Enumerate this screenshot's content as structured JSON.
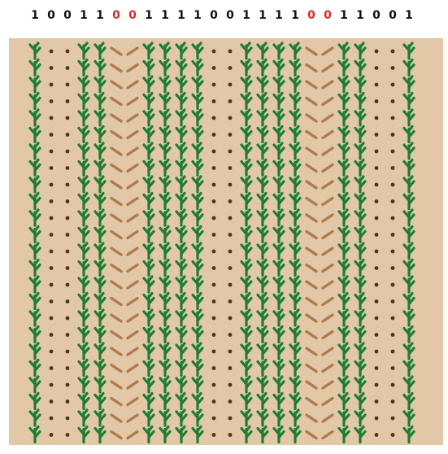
{
  "bit_sequence": [
    {
      "d": "1",
      "color": "#111111"
    },
    {
      "d": "0",
      "color": "#111111"
    },
    {
      "d": "0",
      "color": "#111111"
    },
    {
      "d": "1",
      "color": "#111111"
    },
    {
      "d": "1",
      "color": "#111111"
    },
    {
      "d": "0",
      "color": "#d32f2f"
    },
    {
      "d": "0",
      "color": "#d32f2f"
    },
    {
      "d": "1",
      "color": "#111111"
    },
    {
      "d": "1",
      "color": "#111111"
    },
    {
      "d": "1",
      "color": "#111111"
    },
    {
      "d": "1",
      "color": "#111111"
    },
    {
      "d": "0",
      "color": "#111111"
    },
    {
      "d": "0",
      "color": "#111111"
    },
    {
      "d": "1",
      "color": "#111111"
    },
    {
      "d": "1",
      "color": "#111111"
    },
    {
      "d": "1",
      "color": "#111111"
    },
    {
      "d": "1",
      "color": "#111111"
    },
    {
      "d": "0",
      "color": "#d32f2f"
    },
    {
      "d": "0",
      "color": "#d32f2f"
    },
    {
      "d": "1",
      "color": "#111111"
    },
    {
      "d": "1",
      "color": "#111111"
    },
    {
      "d": "0",
      "color": "#111111"
    },
    {
      "d": "0",
      "color": "#111111"
    },
    {
      "d": "1",
      "color": "#111111"
    }
  ],
  "columns": [
    "plant",
    "dots",
    "dots",
    "plant",
    "plant",
    "chevron-left",
    "chevron-right",
    "plant",
    "plant",
    "plant",
    "plant",
    "dots",
    "dots",
    "plant",
    "plant",
    "plant",
    "plant",
    "chevron-left",
    "chevron-right",
    "plant",
    "plant",
    "dots",
    "dots",
    "plant"
  ],
  "colors": {
    "soil": "#e2c8a7",
    "plant": "#1e7d35",
    "dots": "#4a3426",
    "chevron": "#b07b4a",
    "highlight_digit": "#d32f2f",
    "digit": "#111111"
  }
}
